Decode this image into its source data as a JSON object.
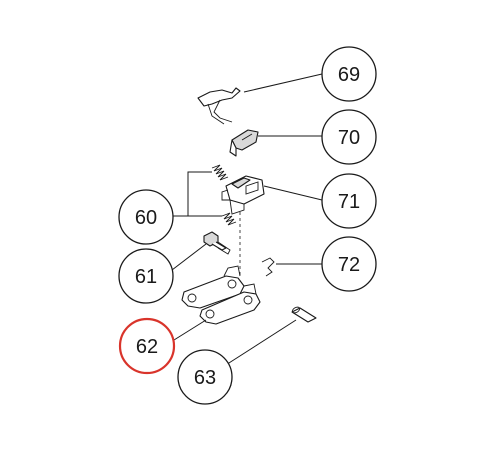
{
  "diagram": {
    "callouts": [
      {
        "label": "69"
      },
      {
        "label": "70"
      },
      {
        "label": "71"
      },
      {
        "label": "60"
      },
      {
        "label": "72"
      },
      {
        "label": "61"
      },
      {
        "label": "62"
      },
      {
        "label": "63"
      }
    ],
    "highlight_color": "#d9342b"
  }
}
